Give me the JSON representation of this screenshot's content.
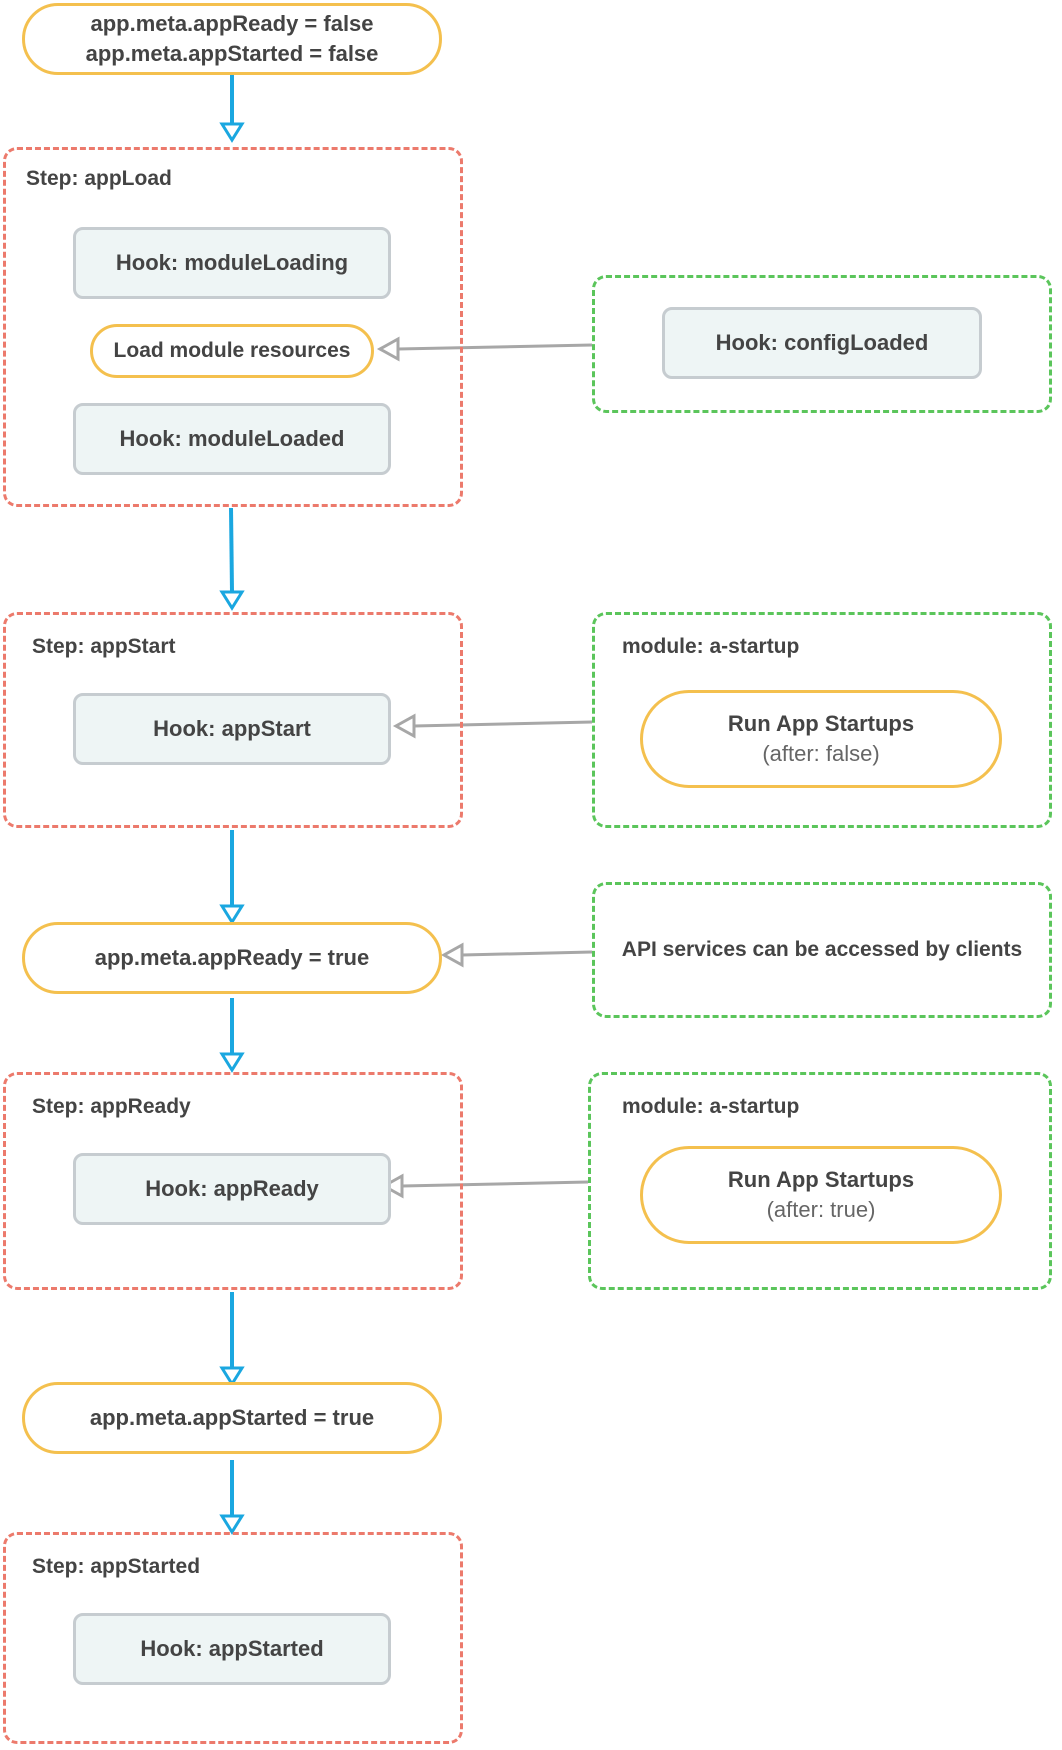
{
  "states": {
    "initial_line1": "app.meta.appReady = false",
    "initial_line2": "app.meta.appStarted = false",
    "ready_true": "app.meta.appReady = true",
    "started_true": "app.meta.appStarted = true"
  },
  "steps": {
    "app_load": "Step: appLoad",
    "app_start": "Step: appStart",
    "app_ready": "Step: appReady",
    "app_started": "Step: appStarted"
  },
  "hooks": {
    "module_loading": "Hook: moduleLoading",
    "load_resources": "Load module resources",
    "module_loaded": "Hook: moduleLoaded",
    "config_loaded": "Hook: configLoaded",
    "app_start": "Hook: appStart",
    "app_ready": "Hook: appReady",
    "app_started": "Hook: appStarted"
  },
  "modules": {
    "startup_1": {
      "title": "module: a-startup",
      "action": "Run App Startups",
      "param": "(after: false)"
    },
    "api_note": "API services can be accessed by clients",
    "startup_2": {
      "title": "module: a-startup",
      "action": "Run App Startups",
      "param": "(after: true)"
    }
  },
  "colors": {
    "flow_arrow": "#1aa7e0",
    "link_arrow": "#a7a7a7",
    "state_border": "#f4c04e",
    "step_border": "#ec7a6c",
    "module_border": "#5bc55b",
    "hook_border": "#c6ccd0",
    "hook_fill": "#eef5f5"
  }
}
